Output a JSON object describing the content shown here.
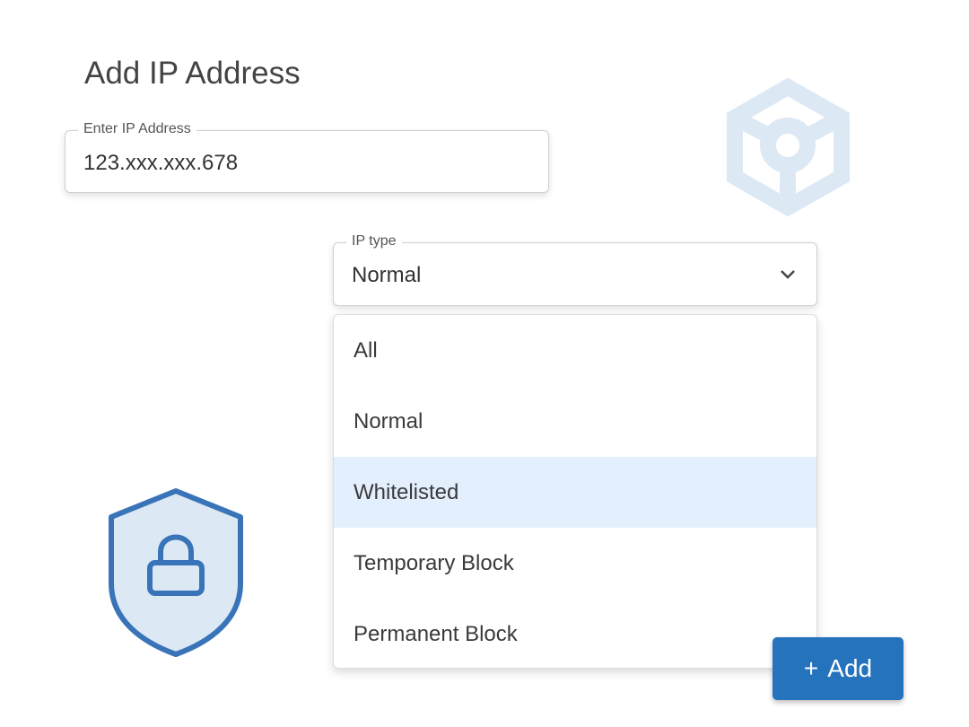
{
  "title": "Add IP Address",
  "ip_field": {
    "label": "Enter IP Address",
    "value": "123.xxx.xxx.678"
  },
  "type_field": {
    "label": "IP type",
    "value": "Normal"
  },
  "options": [
    "All",
    "Normal",
    "Whitelisted",
    "Temporary Block",
    "Permanent Block"
  ],
  "selected_option": "Whitelisted",
  "add_button": {
    "icon": "+",
    "label": "Add"
  },
  "colors": {
    "accent": "#2473bc",
    "highlight": "#e3effc",
    "shield": "#3a74b8",
    "hex_icon": "#dce9f5"
  }
}
